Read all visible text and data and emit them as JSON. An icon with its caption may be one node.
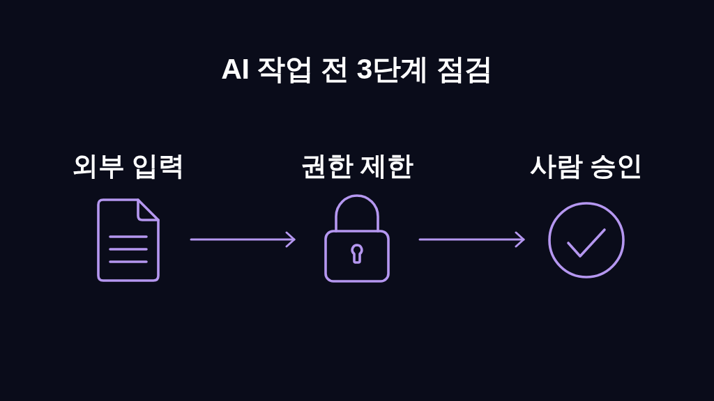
{
  "diagram": {
    "title": "AI 작업 전 3단계 점검",
    "nodes": [
      {
        "text": [
          "외부 입력"
        ]
      },
      {
        "text": [
          "권한 제한"
        ]
      },
      {
        "text": [
          "사람 승인"
        ]
      }
    ],
    "edges": [
      {
        "from": 0,
        "to": 1,
        "arrow": "to"
      },
      {
        "from": 1,
        "to": 2,
        "arrow": "to"
      }
    ]
  }
}
